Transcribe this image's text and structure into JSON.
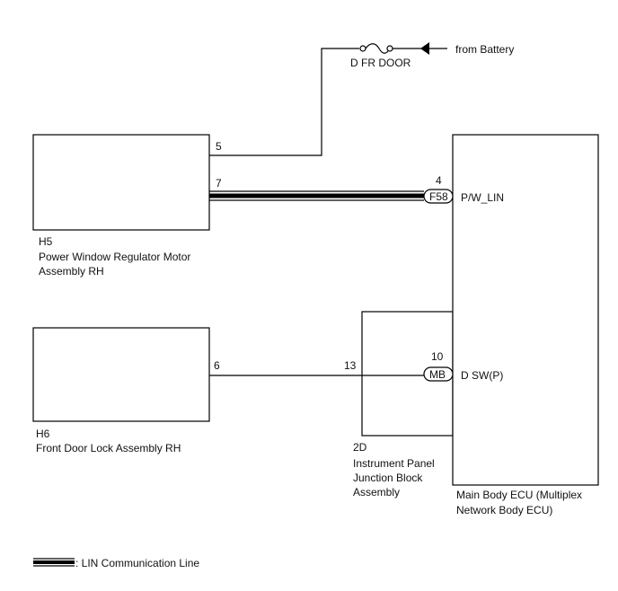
{
  "fuse": {
    "label": "D FR DOOR",
    "source": "from Battery"
  },
  "components": {
    "h5": {
      "code": "H5",
      "name_line1": "Power Window Regulator Motor",
      "name_line2": "Assembly RH"
    },
    "h6": {
      "code": "H6",
      "name_line1": "Front Door Lock Assembly RH"
    },
    "jb": {
      "code": "2D",
      "name_line1": "Instrument Panel",
      "name_line2": "Junction Block",
      "name_line3": "Assembly"
    },
    "ecu": {
      "name_line1": "Main Body ECU (Multiplex",
      "name_line2": "Network Body ECU)"
    }
  },
  "pins": {
    "h5_pin5": "5",
    "h5_pin7": "7",
    "h6_pin6": "6",
    "jb_pin13": "13",
    "ecu_pin4": "4",
    "ecu_pin10": "10"
  },
  "connectors": {
    "f58": "F58",
    "mb": "MB"
  },
  "signals": {
    "pw_lin": "P/W_LIN",
    "dsw": "D SW(P)"
  },
  "legend": {
    "label": ": LIN Communication Line"
  }
}
